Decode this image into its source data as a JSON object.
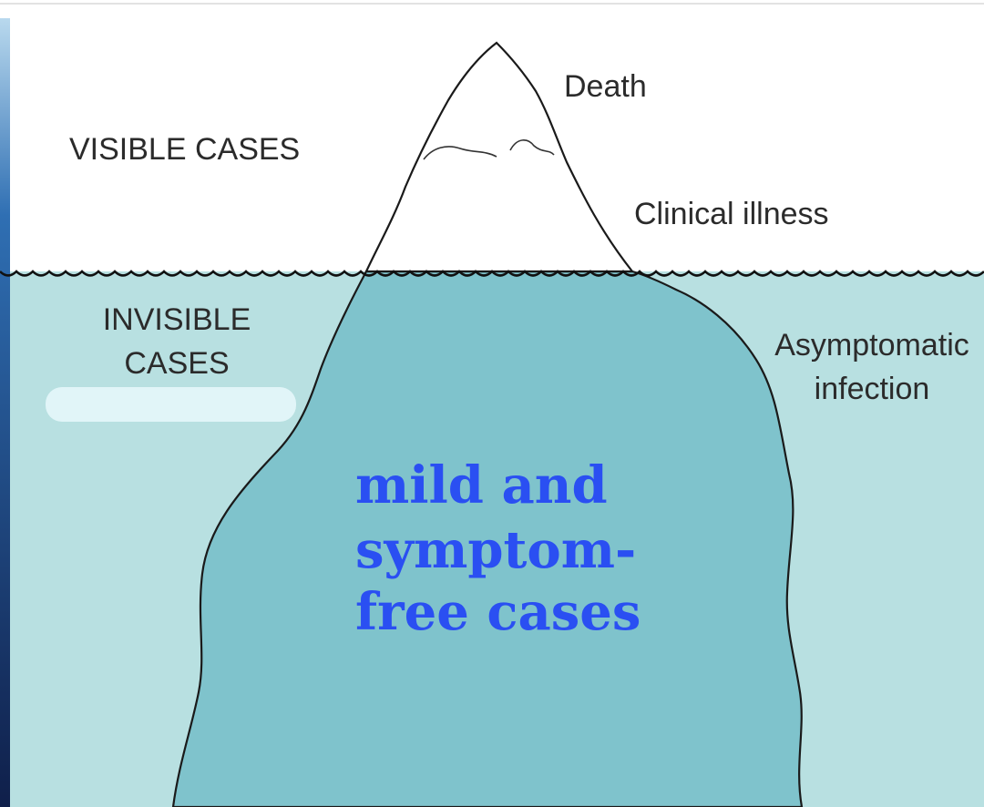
{
  "labels": {
    "visible_cases": "VISIBLE CASES",
    "invisible_cases_line1": "INVISIBLE",
    "invisible_cases_line2": "CASES",
    "death": "Death",
    "clinical_illness": "Clinical illness",
    "asymptomatic_line1": "Asymptomatic",
    "asymptomatic_line2": "infection"
  },
  "overlay": {
    "line1": "mild and",
    "line2": "symptom-",
    "line3": "free cases"
  },
  "colors": {
    "sky": "#ffffff",
    "water": "#b8e0e1",
    "iceberg_underwater": "#7fc3cc",
    "iceberg_top": "#ffffff",
    "outline": "#1a1a1a",
    "overlay_text": "#2a4ff2",
    "left_edge_bar": "#1d3a78"
  }
}
